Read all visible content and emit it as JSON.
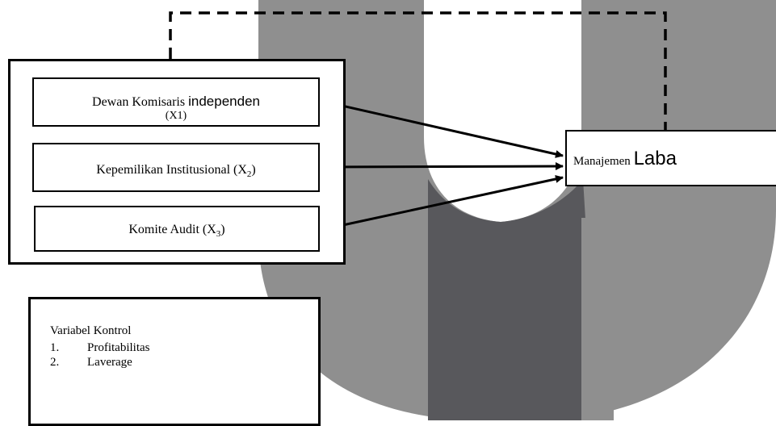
{
  "diagram": {
    "independent_variables": [
      {
        "label": "Dewan Komisaris ",
        "label_sans": "independen",
        "subscript_hint": "(X1)"
      },
      {
        "label": "Kepemilikan Institusional (X",
        "sub": "2",
        "tail": ")"
      },
      {
        "label": "Komite Audit (X",
        "sub": "3",
        "tail": ")"
      }
    ],
    "dependent_variable": {
      "label_small": "Manajemen ",
      "label_big": "Laba"
    },
    "control": {
      "title": "Variabel Kontrol",
      "items": [
        {
          "num": "1.",
          "text": "Profitabilitas"
        },
        {
          "num": "2.",
          "text": "Laverage"
        }
      ]
    }
  },
  "colors": {
    "watermark_light": "#8f8f8f",
    "watermark_dark": "#58585c",
    "line": "#000000"
  }
}
